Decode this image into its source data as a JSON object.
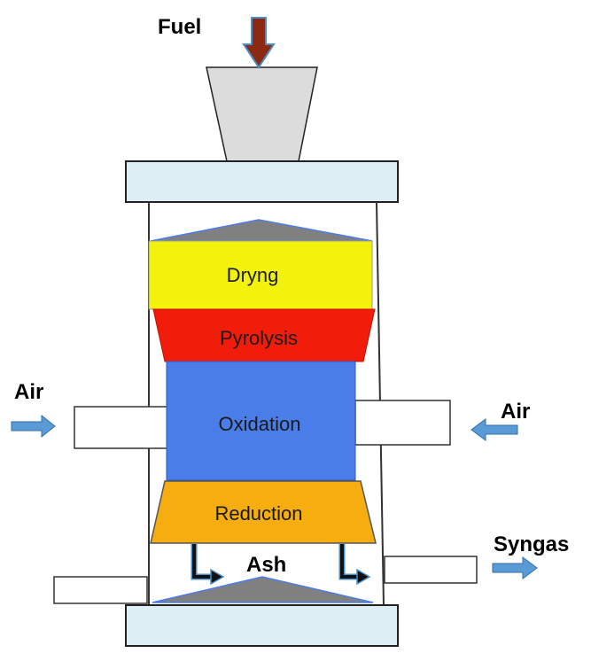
{
  "labels": {
    "fuel": "Fuel",
    "air_left": "Air",
    "air_right": "Air",
    "syngas": "Syngas",
    "ash": "Ash"
  },
  "zones": {
    "drying": "Dryng",
    "pyrolysis": "Pyrolysis",
    "oxidation": "Oxidation",
    "reduction": "Reduction"
  },
  "colors": {
    "drying": "#f2f20d",
    "pyrolysis": "#f21c0a",
    "oxidation": "#4a7de8",
    "reduction": "#f5ad0f",
    "fuel_arrow": "#8b2a10",
    "flow_arrow": "#5b9bd5",
    "plate": "#ddeef5",
    "cone": "#7f7f7f"
  }
}
